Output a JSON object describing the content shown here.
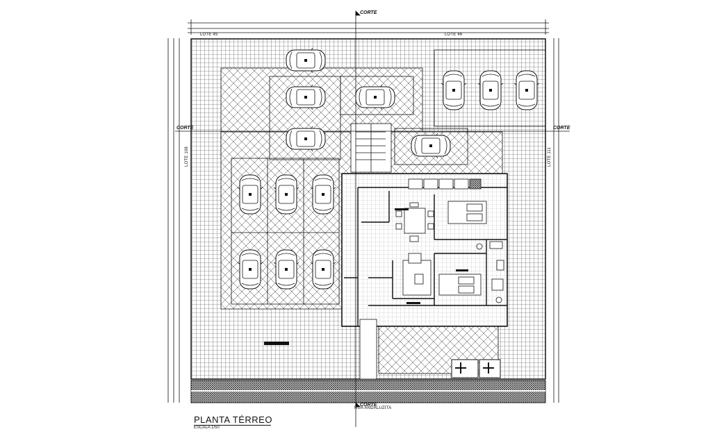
{
  "drawing": {
    "title": "PLANTA TÉRREO",
    "scale_label": "ESCALA 1/50",
    "street_label": "RUA ANDALUZITA",
    "lot_left_label": "LOTE 45",
    "lot_right_label": "LOTE 46",
    "lot_side_left_label": "LOTE 108",
    "lot_side_right_label": "LOTE 111",
    "section_marker_label": "CORTE"
  },
  "colors": {
    "ink": "#111111",
    "paper": "#ffffff"
  }
}
